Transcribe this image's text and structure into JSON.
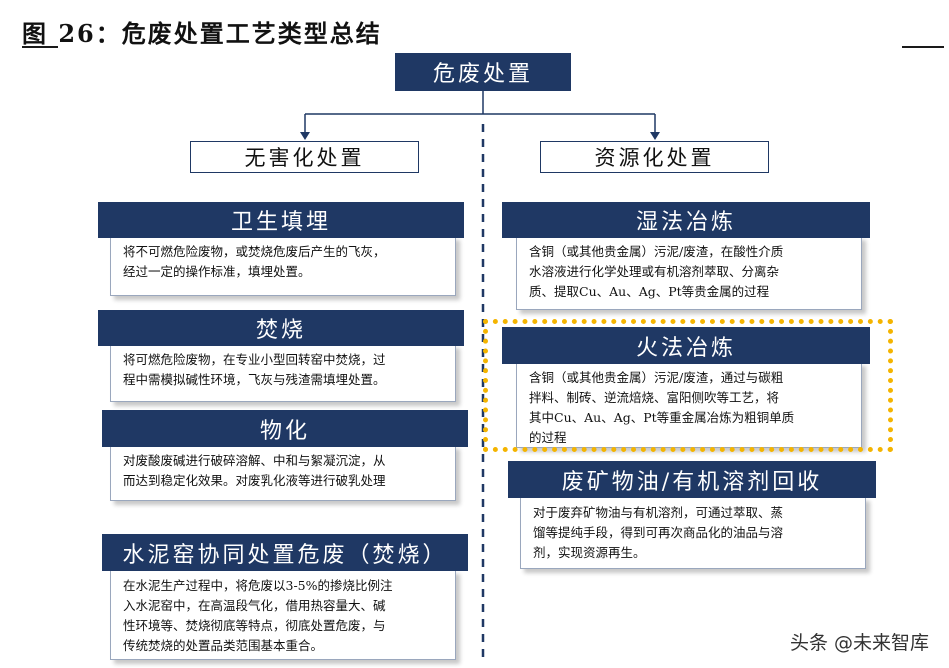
{
  "figure_title": "图 26：危废处置工艺类型总结",
  "root": "危废处置",
  "left": {
    "category": "无害化处置",
    "items": [
      {
        "title": "卫生填埋",
        "lines": [
          "将不可燃危险废物，或焚烧危废后产生的飞灰，",
          "经过一定的操作标准，填埋处置。"
        ]
      },
      {
        "title": "焚烧",
        "lines": [
          "将可燃危险废物，在专业小型回转窑中焚烧，过",
          "程中需模拟碱性环境，飞灰与残渣需填埋处置。"
        ]
      },
      {
        "title": "物化",
        "lines": [
          "对废酸废碱进行破碎溶解、中和与絮凝沉淀，从",
          "而达到稳定化效果。对废乳化液等进行破乳处理"
        ]
      },
      {
        "title": "水泥窑协同处置危废（焚烧）",
        "lines": [
          "在水泥生产过程中，将危废以3-5%的掺烧比例注",
          "入水泥窑中，在高温段气化，借用热容量大、碱",
          "性环境等、焚烧彻底等特点，彻底处置危废，与",
          "传统焚烧的处置品类范围基本重合。"
        ]
      }
    ]
  },
  "right": {
    "category": "资源化处置",
    "items": [
      {
        "title": "湿法冶炼",
        "lines": [
          "含铜（或其他贵金属）污泥/废渣，在酸性介质",
          "水溶液进行化学处理或有机溶剂萃取、分离杂",
          "质、提取Cu、Au、Ag、Pt等贵金属的过程"
        ]
      },
      {
        "title": "火法冶炼",
        "lines": [
          "含铜（或其他贵金属）污泥/废渣，通过与碳粗",
          "拌料、制砖、逆流焙烧、富阳侧吹等工艺，将",
          "其中Cu、Au、Ag、Pt等重金属冶炼为粗铜单质",
          "的过程"
        ]
      },
      {
        "title": "废矿物油/有机溶剂回收",
        "lines": [
          "对于废弃矿物油与有机溶剂，可通过萃取、蒸",
          "馏等提纯手段，得到可再次商品化的油品与溶",
          "剂，实现资源再生。"
        ]
      }
    ]
  },
  "watermark": "头条 @未来智库",
  "colors": {
    "navy": "#1f3864",
    "highlight": "#f4b400"
  }
}
